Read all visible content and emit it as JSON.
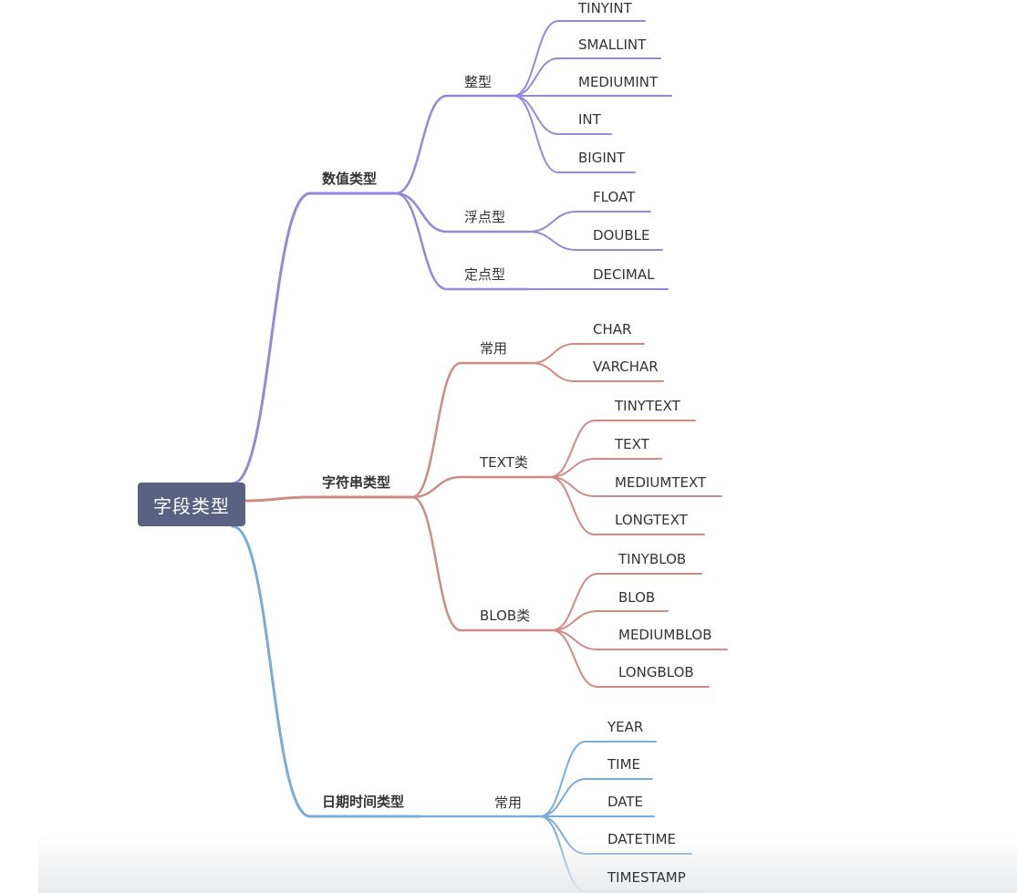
{
  "root": {
    "label": "字段类型",
    "color": "#5b6281"
  },
  "colors": {
    "numeric": "#9488d8",
    "string": "#cf8a83",
    "datetime": "#7aacda",
    "text": "#333333"
  },
  "numeric": {
    "label": "数值类型",
    "integer": {
      "label": "整型",
      "items": [
        "TINYINT",
        "SMALLINT",
        "MEDIUMINT",
        "INT",
        "BIGINT"
      ]
    },
    "float": {
      "label": "浮点型",
      "items": [
        "FLOAT",
        "DOUBLE"
      ]
    },
    "fixed": {
      "label": "定点型",
      "items": [
        "DECIMAL"
      ]
    }
  },
  "string": {
    "label": "字符串类型",
    "common": {
      "label": "常用",
      "items": [
        "CHAR",
        "VARCHAR"
      ]
    },
    "text": {
      "label": "TEXT类",
      "items": [
        "TINYTEXT",
        "TEXT",
        "MEDIUMTEXT",
        "LONGTEXT"
      ]
    },
    "blob": {
      "label": "BLOB类",
      "items": [
        "TINYBLOB",
        "BLOB",
        "MEDIUMBLOB",
        "LONGBLOB"
      ]
    }
  },
  "datetime": {
    "label": "日期时间类型",
    "common": {
      "label": "常用",
      "items": [
        "YEAR",
        "TIME",
        "DATE",
        "DATETIME",
        "TIMESTAMP"
      ]
    }
  }
}
